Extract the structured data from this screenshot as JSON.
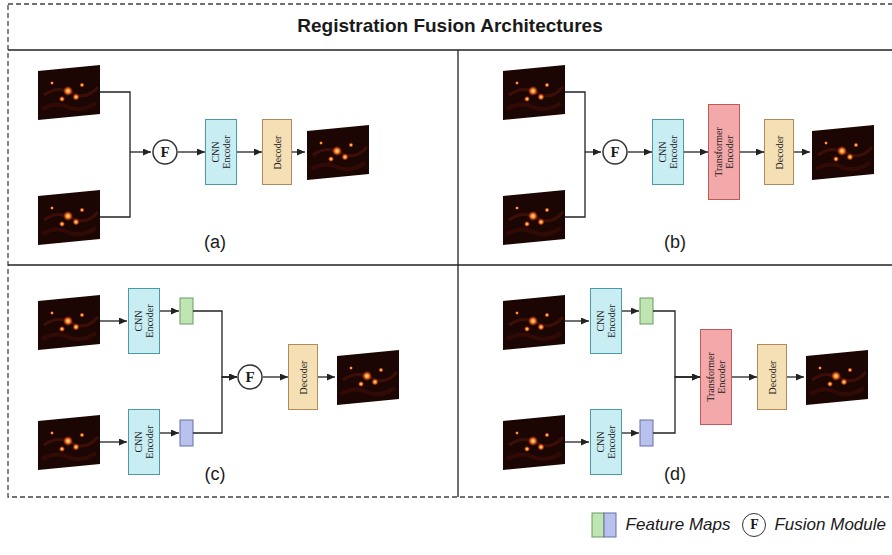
{
  "diagram": {
    "title": "Registration Fusion Architectures",
    "nodes": [
      {
        "text": [
          "F"
        ]
      },
      {
        "text": [
          "CNN Encoder"
        ]
      },
      {
        "text": [
          "Decoder"
        ]
      },
      {
        "text": [
          "F"
        ]
      },
      {
        "text": [
          "CNN Encoder"
        ]
      },
      {
        "text": [
          "Transformer Encoder"
        ]
      },
      {
        "text": [
          "Decoder"
        ]
      },
      {
        "text": [
          "CNN Encoder"
        ]
      },
      {
        "text": [
          "CNN Encoder"
        ]
      },
      {
        "text": [
          "F"
        ]
      },
      {
        "text": [
          "Decoder"
        ]
      },
      {
        "text": [
          "CNN Encoder"
        ]
      },
      {
        "text": [
          "CNN Encoder"
        ]
      },
      {
        "text": [
          "Transformer Encoder"
        ]
      },
      {
        "text": [
          "Decoder"
        ]
      }
    ],
    "edges": [
      {
        "from": 0,
        "to": 1,
        "arrow": "to"
      },
      {
        "from": 1,
        "to": 2,
        "arrow": "to"
      },
      {
        "from": 3,
        "to": 4,
        "arrow": "to"
      },
      {
        "from": 4,
        "to": 5,
        "arrow": "to"
      },
      {
        "from": 5,
        "to": 6,
        "arrow": "to"
      },
      {
        "from": 7,
        "to": 9,
        "arrow": "to"
      },
      {
        "from": 8,
        "to": 9,
        "arrow": "to"
      },
      {
        "from": 9,
        "to": 10,
        "arrow": "to"
      },
      {
        "from": 11,
        "to": 13,
        "arrow": "to"
      },
      {
        "from": 12,
        "to": 13,
        "arrow": "to"
      },
      {
        "from": 13,
        "to": 14,
        "arrow": "to"
      }
    ],
    "labels": [
      "(a)",
      "(b)",
      "(c)",
      "(d)",
      "F"
    ],
    "legend": [
      {
        "text": "Feature Maps"
      },
      {
        "text": "Fusion Module"
      }
    ]
  }
}
